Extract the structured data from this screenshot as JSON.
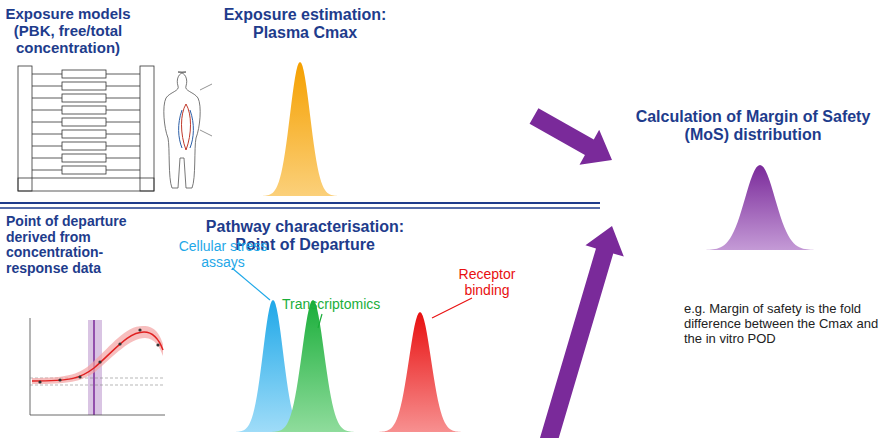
{
  "diagram": {
    "nodes": [
      {
        "text": [
          "Exposure models (PBK, free/total concentration)"
        ]
      },
      {
        "text": [
          "Exposure estimation: Plasma Cmax"
        ]
      },
      {
        "text": [
          "Point of departure derived from concentration-response data"
        ]
      },
      {
        "text": [
          "Pathway characterisation: Point of Departure"
        ]
      },
      {
        "text": [
          "Calculation of Margin of Safety (MoS) distribution"
        ]
      }
    ],
    "edges": [
      {
        "from": 1,
        "to": 4,
        "arrow": "to"
      },
      {
        "from": 3,
        "to": 4,
        "arrow": "to"
      }
    ],
    "labels": [
      "Cellular stress assays",
      "Transcriptomics",
      "Receptor binding",
      "e.g. Margin of safety is the fold difference between the Cmax and the in vitro POD"
    ]
  }
}
